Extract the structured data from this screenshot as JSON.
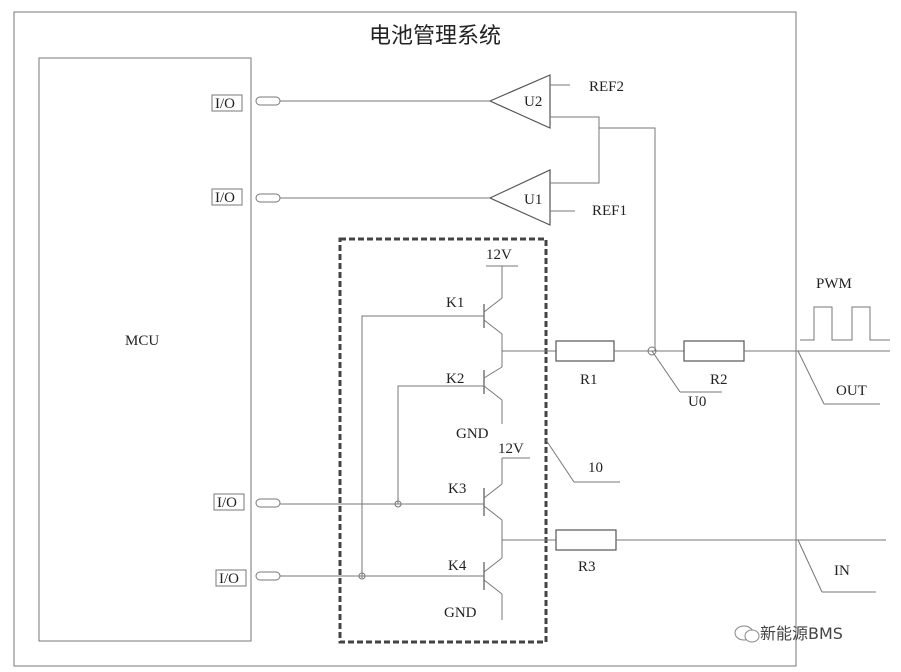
{
  "title": "电池管理系统",
  "mcu_label": "MCU",
  "io_labels": [
    "I/O",
    "I/O",
    "I/O",
    "I/O"
  ],
  "comparators": {
    "u1": "U1",
    "u2": "U2"
  },
  "references": {
    "ref1": "REF1",
    "ref2": "REF2"
  },
  "transistors": {
    "k1": "K1",
    "k2": "K2",
    "k3": "K3",
    "k4": "K4"
  },
  "supply": {
    "top": "12V",
    "bottom": "12V"
  },
  "ground": {
    "top": "GND",
    "bottom": "GND"
  },
  "resistors": {
    "r1": "R1",
    "r2": "R2",
    "r3": "R3"
  },
  "nodes": {
    "u0": "U0",
    "block": "10"
  },
  "signals": {
    "pwm": "PWM",
    "out": "OUT",
    "in": "IN"
  },
  "watermark": "新能源BMS"
}
